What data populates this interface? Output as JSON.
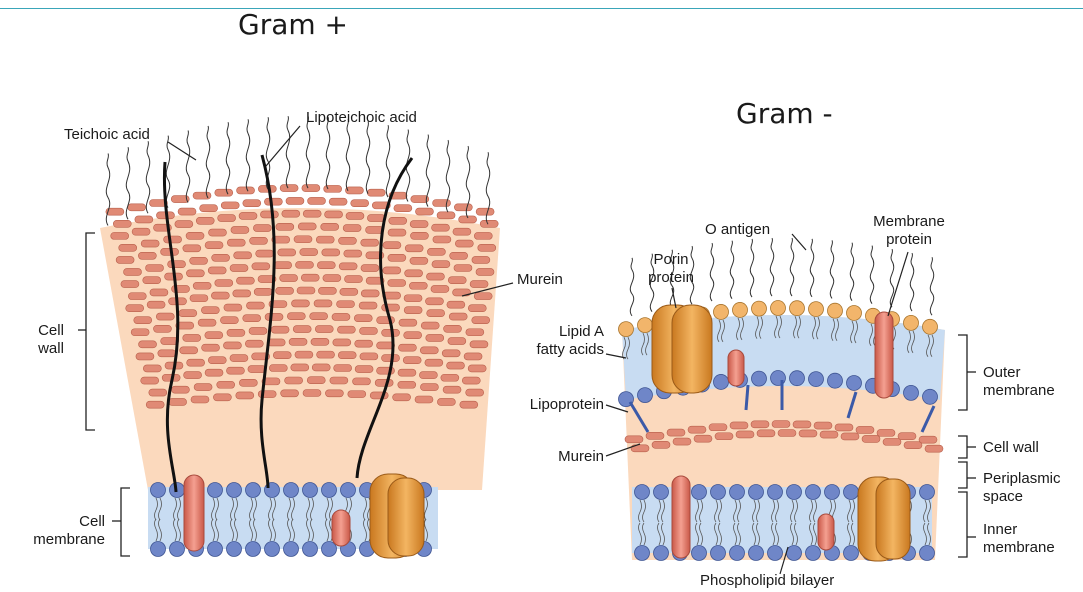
{
  "gram_pos": {
    "title": "Gram +",
    "labels": {
      "teichoic": "Teichoic acid",
      "lipoteichoic": "Lipoteichoic acid",
      "murein": "Murein",
      "cell_wall_1": "Cell",
      "cell_wall_2": "wall",
      "cell_membrane_1": "Cell",
      "cell_membrane_2": "membrane"
    }
  },
  "gram_neg": {
    "title": "Gram -",
    "labels": {
      "o_antigen": "O antigen",
      "membrane_protein_1": "Membrane",
      "membrane_protein_2": "protein",
      "porin_1": "Porin",
      "porin_2": "protein",
      "lipid_a_1": "Lipid A",
      "lipid_a_2": "fatty acids",
      "lipoprotein": "Lipoprotein",
      "murein": "Murein",
      "outer_membrane_1": "Outer",
      "outer_membrane_2": "membrane",
      "cell_wall": "Cell wall",
      "periplasmic_1": "Periplasmic",
      "periplasmic_2": "space",
      "inner_membrane_1": "Inner",
      "inner_membrane_2": "membrane",
      "phospholipid": "Phospholipid bilayer"
    }
  },
  "colors": {
    "murein": "#e08a75",
    "wall_bg": "#fbd9bd",
    "membrane_bg": "#c8dcf2",
    "head": "#6f86c8",
    "lps_head": "#f2b56b",
    "protein_orange": "#e59a35",
    "protein_red": "#e77d6f"
  }
}
